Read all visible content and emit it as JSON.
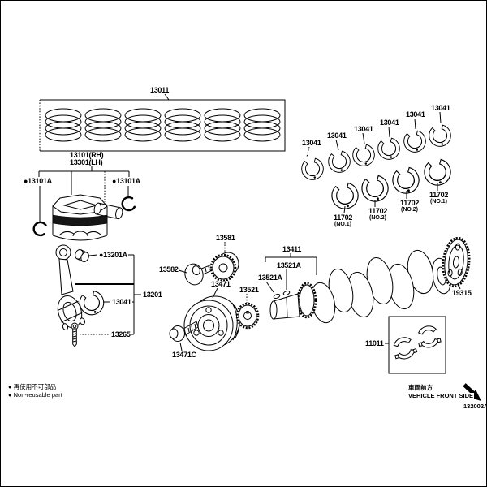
{
  "page": {
    "figure_code": "132002A"
  },
  "legend": {
    "non_reusable_jp": "● 再使用不可部品",
    "non_reusable_en": "● Non-reusable part"
  },
  "front_indicator": {
    "jp": "車両前方",
    "en": "VEHICLE FRONT SIDE"
  },
  "parts": {
    "ring_set": "13011",
    "piston_rh": "13101(RH)",
    "piston_lh": "13301(LH)",
    "pin_snap_ring_left": "●13101A",
    "pin_snap_ring_right": "●13101A",
    "rod_bush": "●13201A",
    "connecting_rod": "13201",
    "rod_bearing": "13041",
    "rod_bolt": "13265",
    "idle_sprocket": "13581",
    "idle_sprocket_bolt": "13582",
    "crankshaft_pulley": "13471",
    "pulley_bolt": "13471C",
    "timing_gear": "13521",
    "timing_gear_key_upper": "13521A",
    "timing_gear_key_lower": "13521A",
    "crankshaft": "13411",
    "sensor_plate": "19315",
    "thrust_washer_set": "11011",
    "rod_bearing_labels": [
      "13041",
      "13041",
      "13041",
      "13041",
      "13041",
      "13041"
    ],
    "main_bearings": [
      {
        "part": "11702",
        "position": "(NO.1)"
      },
      {
        "part": "11702",
        "position": "(NO.2)"
      },
      {
        "part": "11702",
        "position": "(NO.2)"
      },
      {
        "part": "11702",
        "position": "(NO.1)"
      }
    ]
  }
}
